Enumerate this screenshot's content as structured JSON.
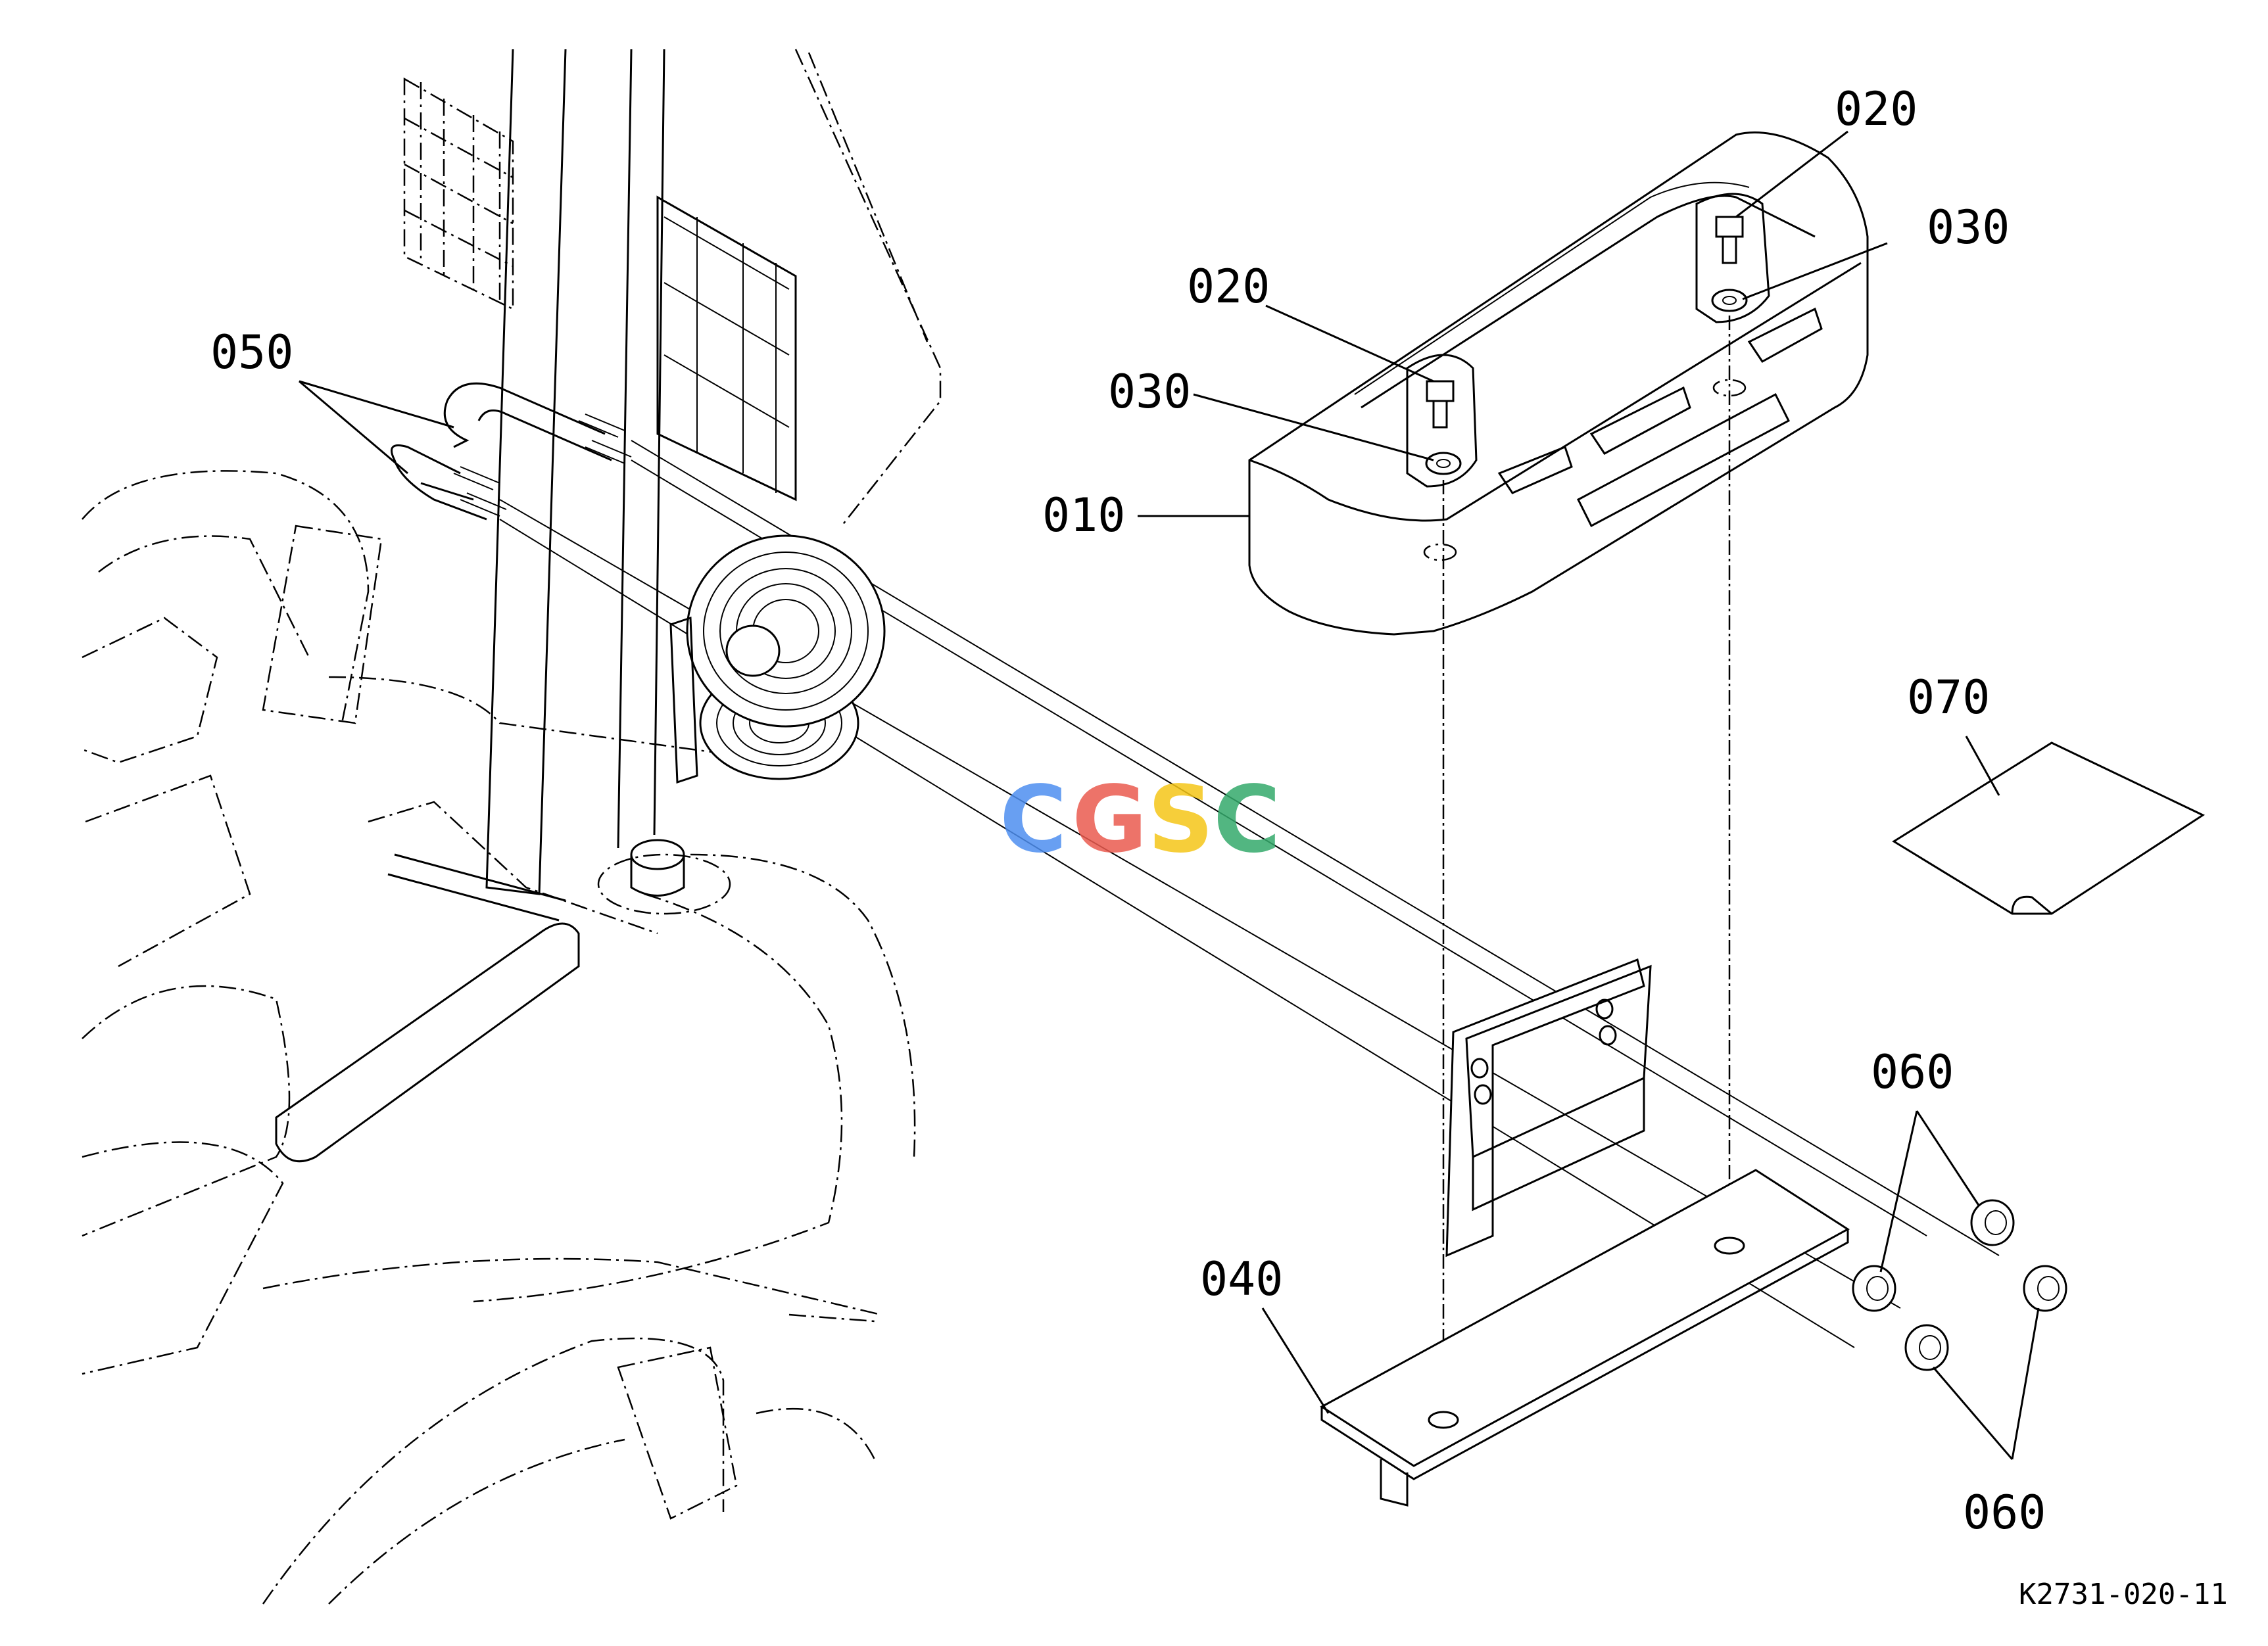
{
  "labels": {
    "p010": "010",
    "p020a": "020",
    "p020b": "020",
    "p030a": "030",
    "p030b": "030",
    "p040": "040",
    "p050": "050",
    "p060a": "060",
    "p060b": "060",
    "p070": "070"
  },
  "figure_code": "K2731-020-11",
  "watermark": {
    "letters": [
      "C",
      "G",
      "S",
      "C"
    ],
    "colors": [
      "#4d8ef0",
      "#ea5a4f",
      "#f5c518",
      "#34a96b"
    ]
  }
}
